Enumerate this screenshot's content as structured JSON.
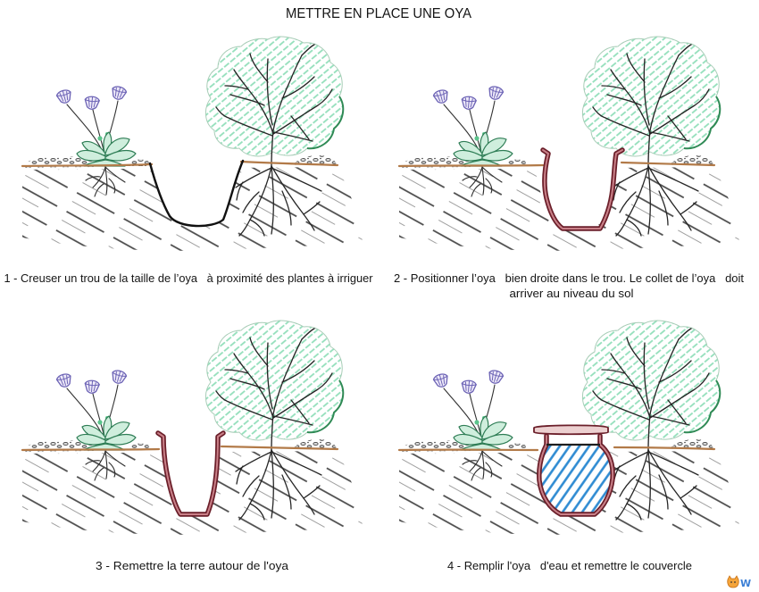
{
  "title": "METTRE EN PLACE UNE OYA",
  "steps": [
    {
      "caption_lines": [
        "1 - Creuser un trou de la taille de l’oya   à proximité des plantes à irriguer"
      ]
    },
    {
      "caption_lines": [
        "2 - Positionner l’oya   bien droite dans le trou. Le collet de l’oya   doit",
        "arriver au niveau du sol"
      ]
    },
    {
      "caption_lines": [
        "3 - Remettre la terre autour de l'oya"
      ]
    },
    {
      "caption_lines": [
        "4 - Remplir l'oya   d'eau et remettre le couvercle"
      ]
    }
  ],
  "logo": {
    "icon": "cat-icon",
    "text": "W"
  },
  "colors": {
    "ground_line": "#b27a48",
    "oya_wall": "#6b1f2a",
    "water": "#2f8bd2",
    "foliage": "#8fdcb6",
    "flowers": "#6c63b5"
  }
}
